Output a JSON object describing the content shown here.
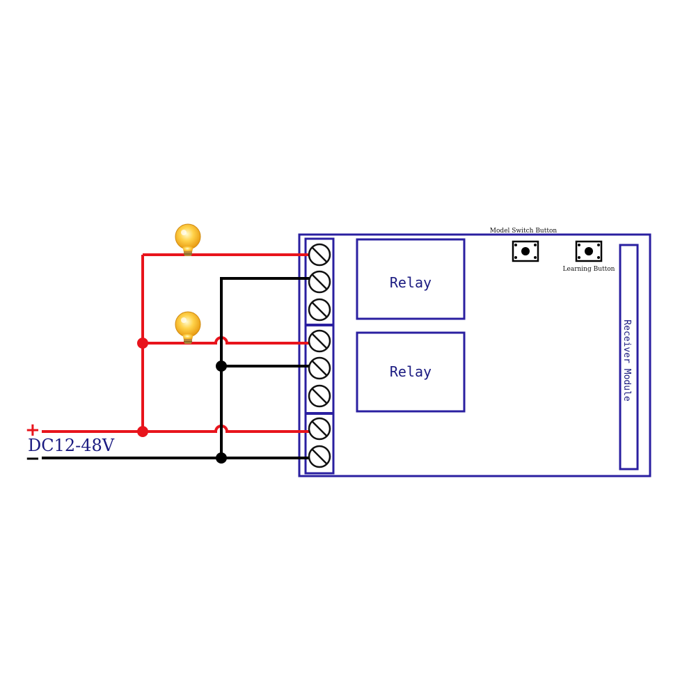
{
  "power": {
    "plus_sign": "+",
    "voltage_label": "DC12-48V",
    "minus_sign": "−"
  },
  "module": {
    "relay_1_label": "Relay",
    "relay_2_label": "Relay",
    "model_switch_label": "Model Switch Button",
    "learning_label": "Learning Button",
    "receiver_label": "Receiver Module"
  },
  "colors": {
    "positive_wire": "#e8141c",
    "negative_wire": "#000000",
    "module_outline": "#2a1fa0",
    "label_text": "#1a1a80"
  }
}
